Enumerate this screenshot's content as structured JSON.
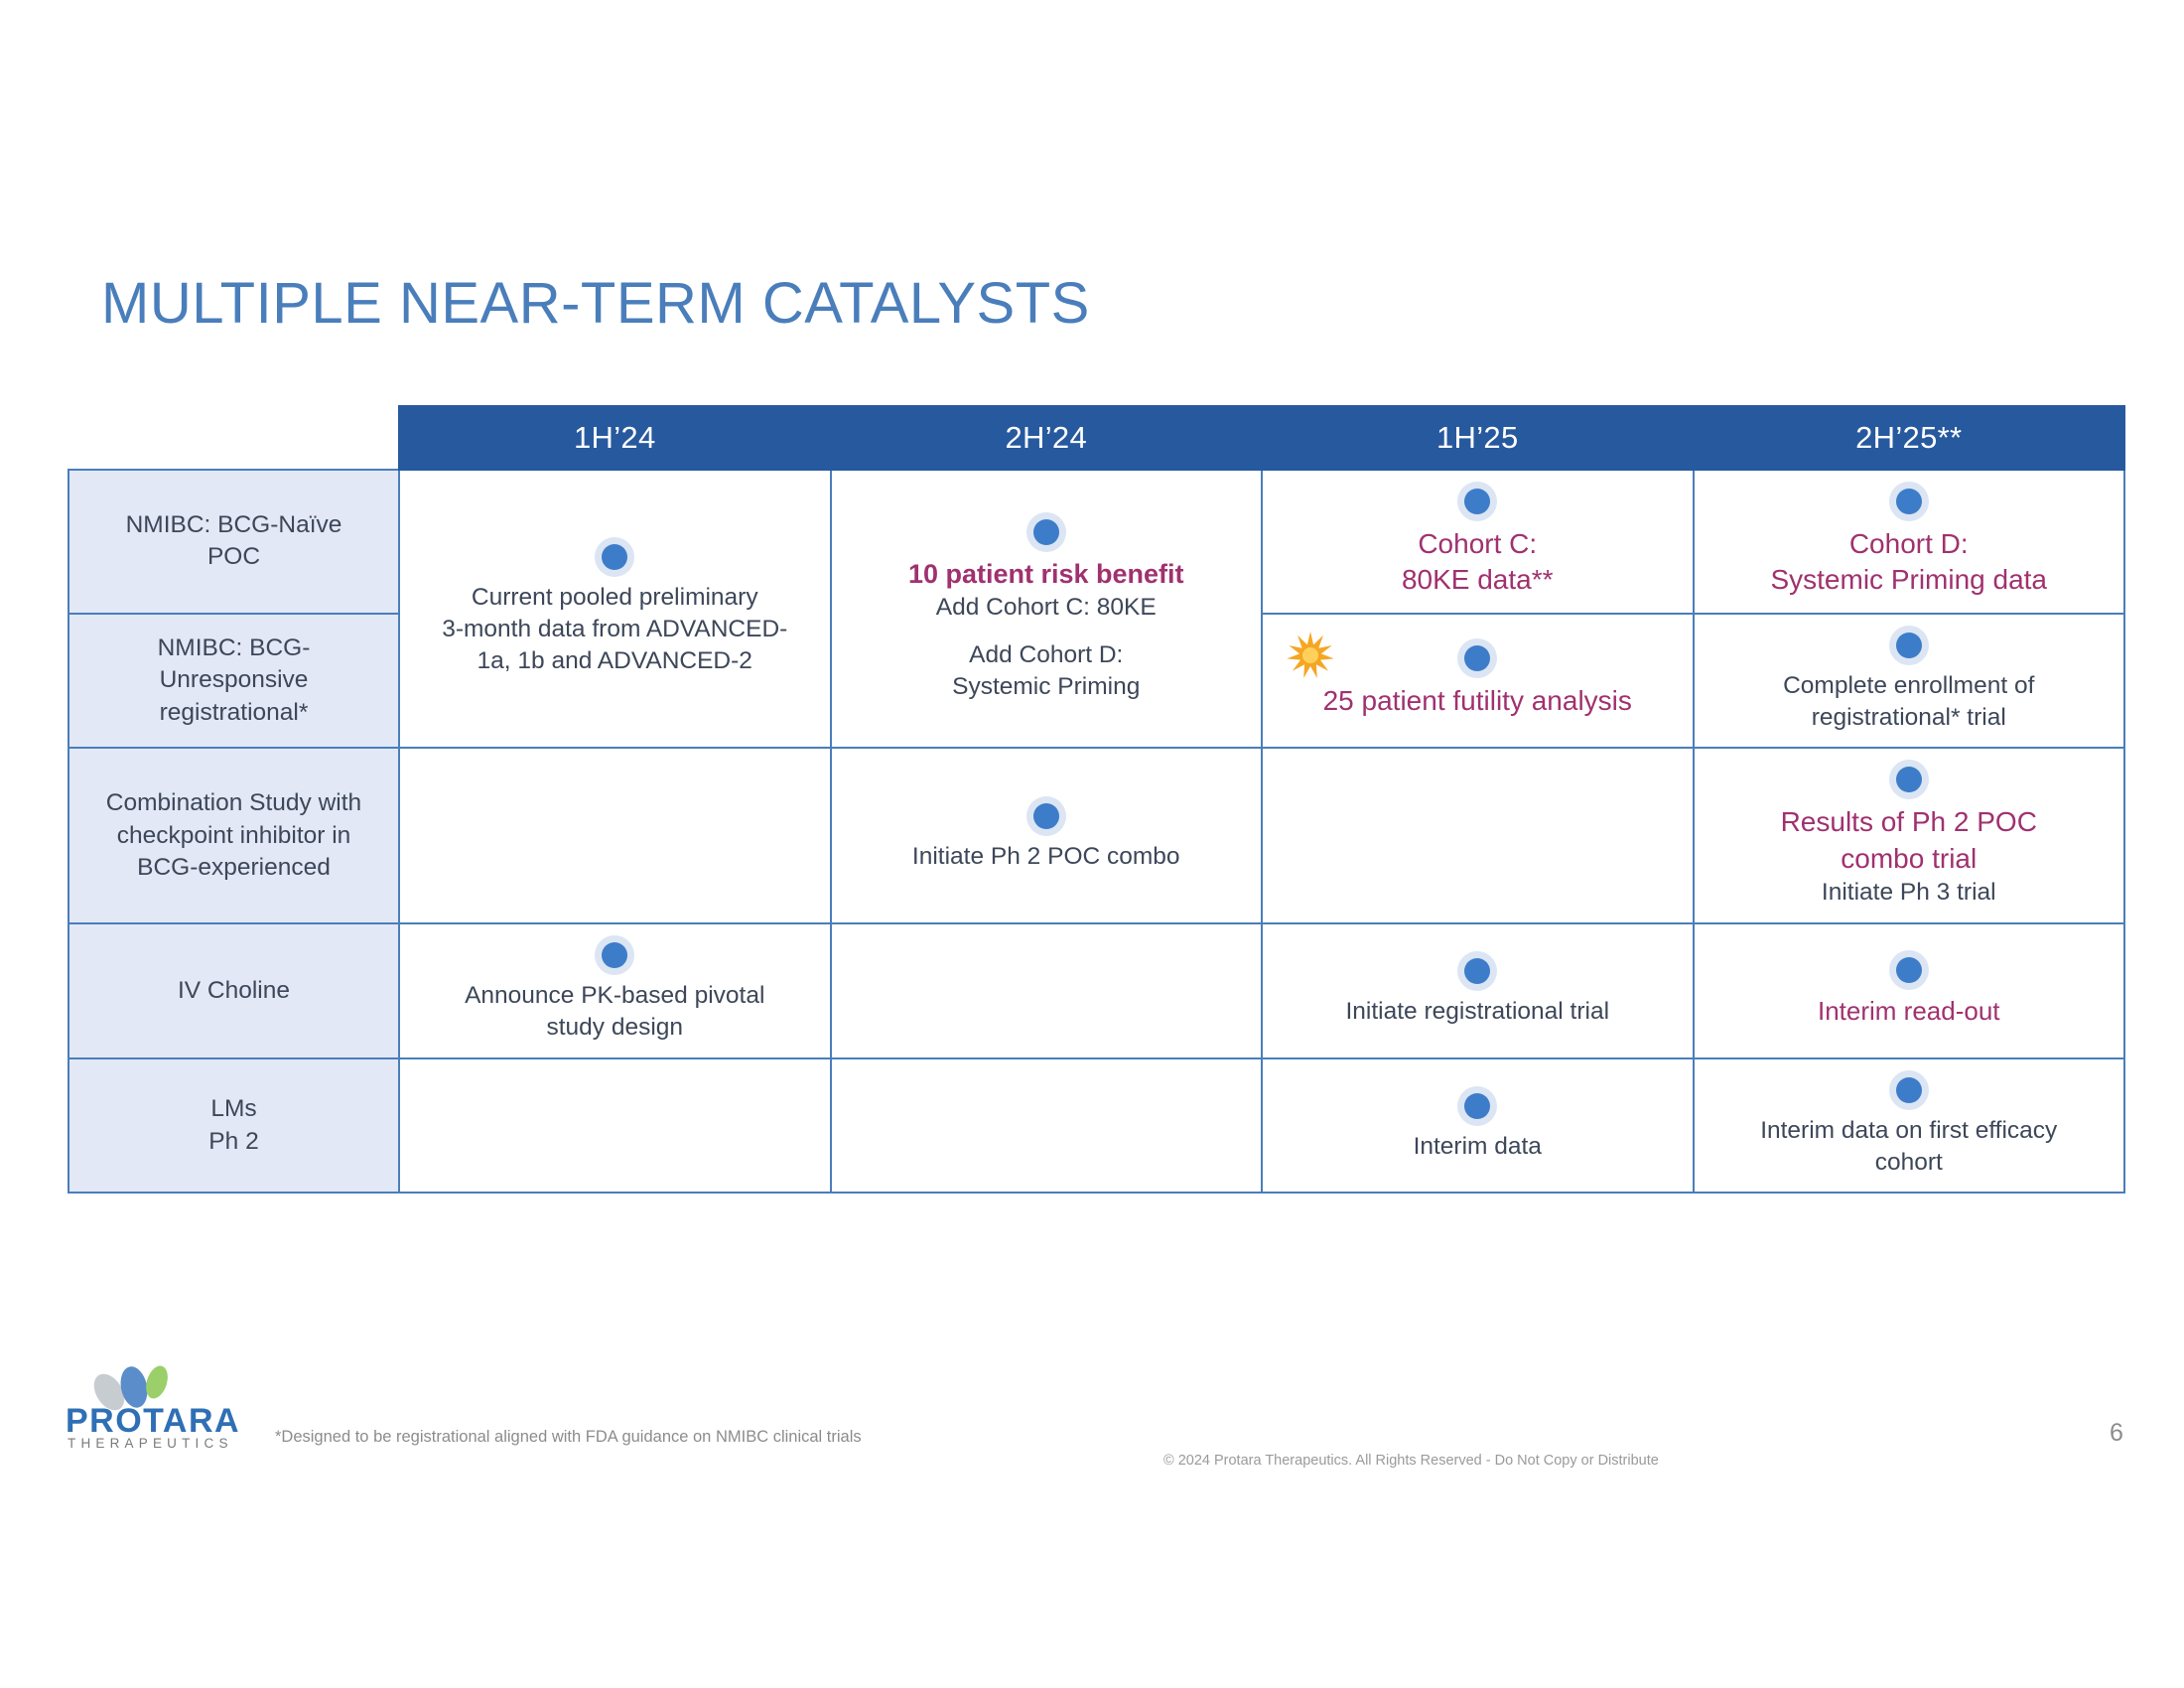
{
  "slide": {
    "title": "MULTIPLE NEAR-TERM CATALYSTS",
    "page_number": "6",
    "title_color": "#4a7ebb",
    "header_bg": "#27599e",
    "row_label_bg": "#e2e8f5",
    "grid_color": "#4a7ebb",
    "highlight_color": "#a0316f",
    "dot_color": "#3d7cc9",
    "burst_color": "#f5a623"
  },
  "table": {
    "corner_label": "",
    "columns": [
      "1H’24",
      "2H’24",
      "1H’25",
      "2H’25**"
    ],
    "rows": [
      {
        "label": "NMIBC: BCG-Naïve\nPOC",
        "cells": {
          "1H24": {
            "dot": true,
            "rowspan": 2,
            "lines": [
              {
                "text": "Current pooled preliminary\n3-month data from ADVANCED-\n1a, 1b and ADVANCED-2",
                "style": "plain"
              }
            ]
          },
          "2H24": {
            "dot": true,
            "rowspan": 2,
            "lines": [
              {
                "text": "10 patient risk benefit",
                "style": "highlight-bold"
              },
              {
                "text": "Add Cohort C: 80KE",
                "style": "plain"
              },
              {
                "text": "",
                "style": "gap"
              },
              {
                "text": "Add Cohort D:\nSystemic Priming",
                "style": "plain"
              }
            ]
          },
          "1H25": {
            "dot": true,
            "rowspan": 1,
            "lines": [
              {
                "text": "Cohort C:\n80KE data**",
                "style": "highlight-big"
              }
            ]
          },
          "2H25": {
            "dot": true,
            "rowspan": 1,
            "lines": [
              {
                "text": "Cohort D:\nSystemic Priming data",
                "style": "highlight-big"
              }
            ]
          }
        }
      },
      {
        "label": "NMIBC: BCG-\nUnresponsive\nregistrational*",
        "cells": {
          "1H25": {
            "dot": true,
            "burst": true,
            "rowspan": 1,
            "lines": [
              {
                "text": "25 patient futility analysis",
                "style": "highlight-big"
              }
            ]
          },
          "2H25": {
            "dot": true,
            "rowspan": 1,
            "lines": [
              {
                "text": "Complete enrollment of\nregistrational* trial",
                "style": "plain"
              }
            ]
          }
        }
      },
      {
        "label": "Combination Study with\ncheckpoint inhibitor in\nBCG-experienced",
        "cells": {
          "1H24": {
            "dot": false,
            "rowspan": 1,
            "lines": []
          },
          "2H24": {
            "dot": true,
            "rowspan": 1,
            "lines": [
              {
                "text": "Initiate Ph 2 POC combo",
                "style": "plain"
              }
            ]
          },
          "1H25": {
            "dot": false,
            "rowspan": 1,
            "lines": []
          },
          "2H25": {
            "dot": true,
            "rowspan": 1,
            "lines": [
              {
                "text": "Results of Ph 2 POC\ncombo trial",
                "style": "highlight-big"
              },
              {
                "text": "Initiate Ph 3 trial",
                "style": "plain"
              }
            ]
          }
        }
      },
      {
        "label": "IV Choline",
        "cells": {
          "1H24": {
            "dot": true,
            "rowspan": 1,
            "lines": [
              {
                "text": "Announce PK-based pivotal\nstudy design",
                "style": "plain"
              }
            ]
          },
          "2H24": {
            "dot": false,
            "rowspan": 1,
            "lines": []
          },
          "1H25": {
            "dot": true,
            "rowspan": 1,
            "lines": [
              {
                "text": "Initiate registrational trial",
                "style": "plain"
              }
            ]
          },
          "2H25": {
            "dot": true,
            "rowspan": 1,
            "lines": [
              {
                "text": "Interim read-out",
                "style": "highlight"
              }
            ]
          }
        }
      },
      {
        "label": "LMs\nPh 2",
        "cells": {
          "1H24": {
            "dot": false,
            "rowspan": 1,
            "lines": []
          },
          "2H24": {
            "dot": false,
            "rowspan": 1,
            "lines": []
          },
          "1H25": {
            "dot": true,
            "rowspan": 1,
            "lines": [
              {
                "text": "Interim data",
                "style": "plain"
              }
            ]
          },
          "2H25": {
            "dot": true,
            "rowspan": 1,
            "lines": [
              {
                "text": "Interim data on first efficacy\ncohort",
                "style": "plain"
              }
            ]
          }
        }
      }
    ]
  },
  "footer": {
    "logo_wordmark": "PROTARA",
    "logo_subword": "THERAPEUTICS",
    "footnote": "*Designed to be registrational aligned with FDA guidance on NMIBC clinical trials",
    "copyright": "© 2024 Protara Therapeutics. All Rights Reserved - Do Not Copy or Distribute"
  }
}
